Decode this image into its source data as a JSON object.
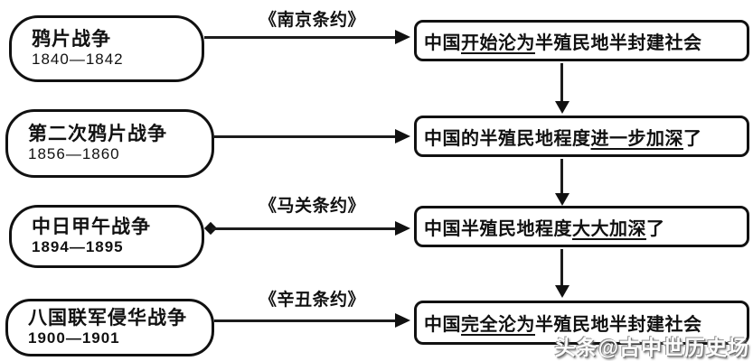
{
  "diagram": {
    "rows": [
      {
        "war": "鸦片战争",
        "years": "1840—1842",
        "treaty": "《南京条约》",
        "result_pre": "中国",
        "result_underline": "开始沦为",
        "result_post": "半殖民地半封建社会"
      },
      {
        "war": "第二次鸦片战争",
        "years": "1856—1860",
        "treaty": "",
        "result_pre": "中国的半殖民地程度",
        "result_underline": "进一步加深",
        "result_post": "了"
      },
      {
        "war": "中日甲午战争",
        "years": "1894—1895",
        "treaty": "《马关条约》",
        "result_pre": "中国半殖民地程度",
        "result_underline": "大大加深",
        "result_post": "了"
      },
      {
        "war": "八国联军侵华战争",
        "years": "1900—1901",
        "treaty": "《辛丑条约》",
        "result_pre": "中国",
        "result_underline": "完全沦为",
        "result_post": "半殖民地半封建社会"
      }
    ],
    "watermark": "头条@古中世历史场",
    "colors": {
      "line": "#1c1c1c",
      "text": "#111111",
      "background": "#ffffff"
    }
  }
}
